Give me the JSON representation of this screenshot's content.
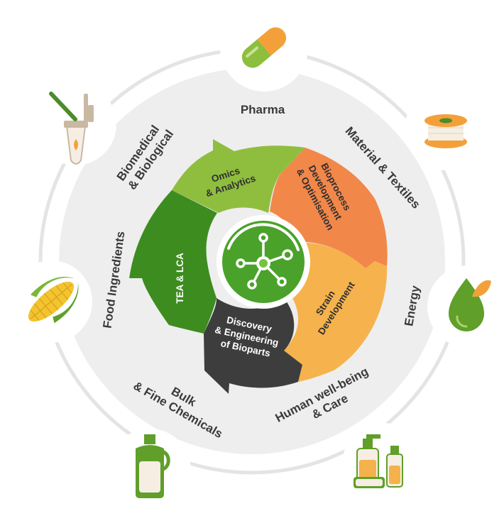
{
  "colors": {
    "ring_fill": "#eeeeee",
    "ring_stroke": "#e0e0e0",
    "outer_text": "#3a3a3a",
    "omics": "#8fbe3f",
    "bioprocess": "#f2874a",
    "strain": "#f6b24c",
    "discovery": "#3d3d3d",
    "tea": "#3d8c1f",
    "hub_green": "#4aa22b",
    "icon_bg": "#ffffff"
  },
  "inner_segments": [
    {
      "key": "omics",
      "lines": [
        "Omics",
        "& Analytics"
      ],
      "text_color": "#2f2f2f"
    },
    {
      "key": "bioprocess",
      "lines": [
        "Bioprocess",
        "Development",
        "& Optimisation"
      ],
      "text_color": "#2f2f2f"
    },
    {
      "key": "strain",
      "lines": [
        "Strain",
        "Development"
      ],
      "text_color": "#2f2f2f"
    },
    {
      "key": "discovery",
      "lines": [
        "Discovery",
        "& Engineering",
        "of Bioparts"
      ],
      "text_color": "#ffffff"
    },
    {
      "key": "tea",
      "lines": [
        "TEA & LCA"
      ],
      "text_color": "#ffffff"
    }
  ],
  "outer_labels": {
    "pharma": [
      "Pharma"
    ],
    "material": [
      "Material & Textiles"
    ],
    "energy": [
      "Energy"
    ],
    "human": [
      "Human well-being",
      "& Care"
    ],
    "bulk": [
      "Bulk",
      "& Fine Chemicals"
    ],
    "food": [
      "Food Ingredients"
    ],
    "biomedical": [
      "Biomedical",
      "& Biological"
    ]
  },
  "icons": {
    "pharma": "capsule-icon",
    "material": "thread-spool-icon",
    "energy": "biofuel-drop-icon",
    "human": "cosmetics-bottles-icon",
    "bulk": "detergent-bottle-icon",
    "food": "corn-icon",
    "biomedical": "pipette-tube-icon",
    "hub": "molecule-network-icon"
  }
}
